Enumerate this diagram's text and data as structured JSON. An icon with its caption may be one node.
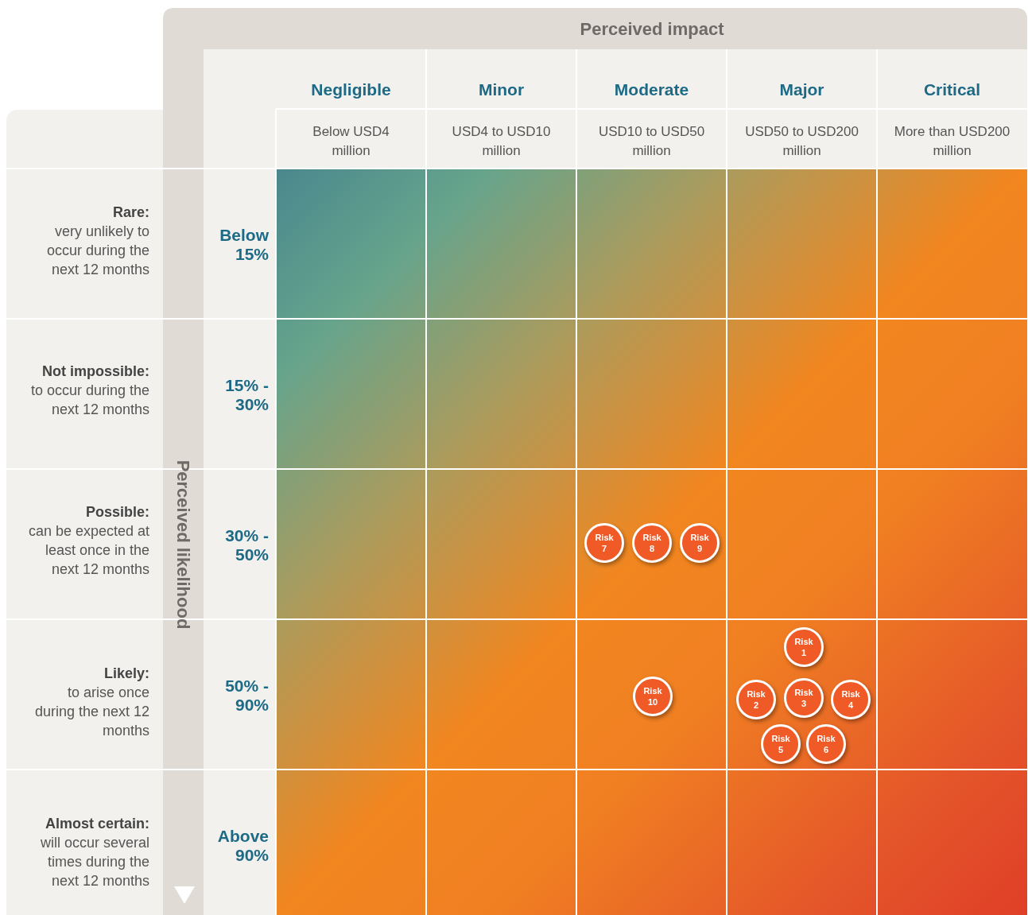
{
  "diagram": {
    "nodes": [
      {
        "text": [
          "Risk 7"
        ]
      },
      {
        "text": [
          "Risk 8"
        ]
      },
      {
        "text": [
          "Risk 9"
        ]
      },
      {
        "text": [
          "Risk 1"
        ]
      },
      {
        "text": [
          "Risk 10"
        ]
      },
      {
        "text": [
          "Risk 2"
        ]
      },
      {
        "text": [
          "Risk 3"
        ]
      },
      {
        "text": [
          "Risk 4"
        ]
      },
      {
        "text": [
          "Risk 5"
        ]
      },
      {
        "text": [
          "Risk 6"
        ]
      }
    ],
    "labels": [
      "Perceived impact",
      "Negligible",
      "Minor",
      "Moderate",
      "Major",
      "Critical",
      "Below USD4 million",
      "USD4 to USD10 million",
      "USD10 to USD50 million",
      "USD50 to USD200 million",
      "More than USD200 million",
      "Rare:",
      "very unlikely to occur during the next 12 months",
      "Below 15%",
      "Not impossible:",
      "to occur during the next 12 months",
      "15% - 30%",
      "Possible:",
      "can be expected at least once in the next 12 months",
      "30% - 50%",
      "Likely:",
      "to arise once during the next 12 months",
      "50% - 90%",
      "Almost certain:",
      "will occur several times during the next 12 months",
      "Above 90%",
      "Perceived likelihood"
    ]
  }
}
